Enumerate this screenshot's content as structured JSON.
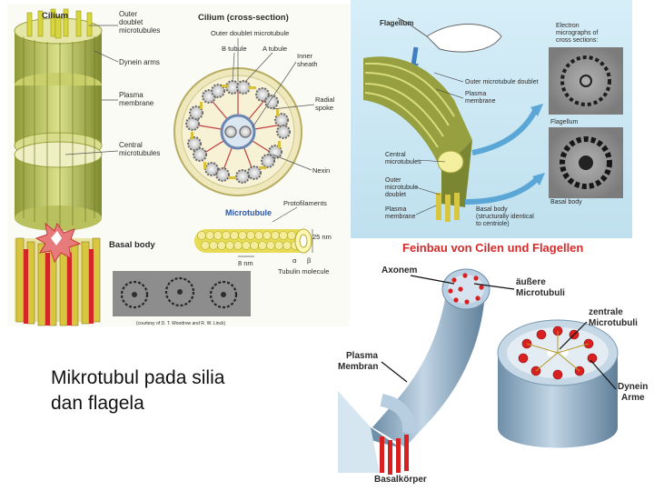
{
  "caption": {
    "line1": "Mikrotubul pada silia",
    "line2": "dan flagela"
  },
  "panel_cilium": {
    "title_cilium": "Cilium",
    "title_cross": "Cilium (cross-section)",
    "outer_doublet_line1": "Outer",
    "outer_doublet_line2": "doublet",
    "outer_doublet_line3": "microtubules",
    "dynein_arms": "Dynein arms",
    "plasma_line1": "Plasma",
    "plasma_line2": "membrane",
    "central_line1": "Central",
    "central_line2": "microtubules",
    "basal_body": "Basal body",
    "outer_doublet_mt": "Outer doublet microtubule",
    "b_tubule": "B tubule",
    "a_tubule": "A tubule",
    "inner_line1": "Inner",
    "inner_line2": "sheath",
    "radial_line1": "Radial",
    "radial_line2": "spoke",
    "nexin": "Nexin",
    "protofilaments": "Protofilaments",
    "microtubule": "Microtubule",
    "nm25": "25 nm",
    "nm8": "8 nm",
    "alpha": "α",
    "beta": "β",
    "tubulin": "Tubulin molecule",
    "courtesy": "(courtesy of D. T. Woodrow and R. W. Linck)"
  },
  "panel_flagellum": {
    "flagellum": "Flagellum",
    "em_line1": "Electron",
    "em_line2": "micrographs of",
    "em_line3": "cross sections:",
    "outer_mt_doublet": "Outer microtubule doublet",
    "plasma_line1": "Plasma",
    "plasma_line2": "membrane",
    "em_flagellum": "Flagellum",
    "central_line1": "Central",
    "central_line2": "microtubules",
    "outer_line1": "Outer",
    "outer_line2": "microtubule",
    "outer_line3": "doublet",
    "plasma2_line1": "Plasma",
    "plasma2_line2": "membrane",
    "em_basal": "Basal body",
    "basal_line1": "Basal body",
    "basal_line2": "(structurally identical",
    "basal_line3": "to centriole)"
  },
  "panel_feinbau": {
    "title": "Feinbau von Cilen und Flagellen",
    "axonem": "Axonem",
    "aeussere_line1": "äußere",
    "aeussere_line2": "Microtubuli",
    "zentrale_line1": "zentrale",
    "zentrale_line2": "Microtubuli",
    "plasma_line1": "Plasma",
    "plasma_line2": "Membran",
    "dynein_line1": "Dynein",
    "dynein_line2": "Arme",
    "basalkoerper": "Basalkörper"
  },
  "colors": {
    "title_red": "#d42a2a",
    "flagellum_panel_bg": "#c9e6f2",
    "em_frame_bg": "#8a8a8a",
    "microtubule_yellow": "#e6dc55",
    "axoneme_blue": "#8fb2cc",
    "basal_red": "#d82020"
  }
}
